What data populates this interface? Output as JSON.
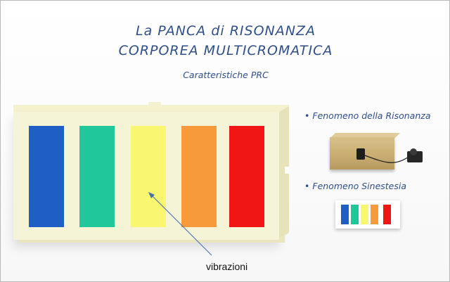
{
  "slide": {
    "title_line1": "La PANCA di RISONANZA",
    "title_line2": "CORPOREA  MULTICROMATICA",
    "subtitle": "Caratteristiche PRC"
  },
  "bench": {
    "bar_colors": [
      "#1f5ec4",
      "#1fc79a",
      "#f9f770",
      "#f79a3c",
      "#f01616"
    ],
    "annotation": "vibrazioni"
  },
  "bullets": [
    {
      "bullet": "•",
      "text": "Fenomeno della Risonanza"
    },
    {
      "bullet": "•",
      "text": "Fenomeno Sinestesia"
    }
  ],
  "icons": {
    "arrow": "arrow-icon",
    "speaker": "speaker-icon",
    "amplifier": "amplifier-icon"
  }
}
